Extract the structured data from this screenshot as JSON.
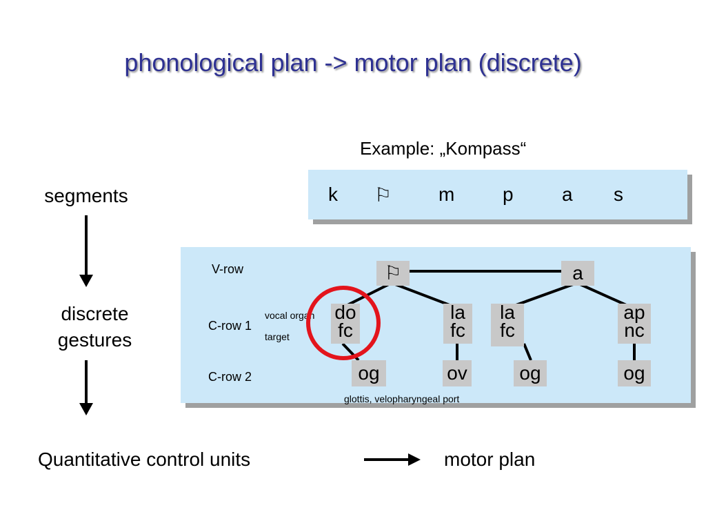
{
  "title": "phonological plan -> motor plan (discrete)",
  "example_label": "Example: „Kompass“",
  "segments": [
    "k",
    "⚐",
    "m",
    "p",
    "a",
    "s"
  ],
  "left_labels": {
    "segments": "segments",
    "gestures_line1": "discrete",
    "gestures_line2": "gestures",
    "quantitative": "Quantitative control units"
  },
  "diagram": {
    "v_row": "V-row",
    "c_row1": "C-row 1",
    "c_row2": "C-row 2",
    "vocal_organ": "vocal organ",
    "target": "target",
    "glottis_note": "glottis, velopharyngeal port",
    "v_nodes": [
      "⚐",
      "a"
    ],
    "c1_nodes": [
      {
        "line1": "do",
        "line2": "fc"
      },
      {
        "line1": "la",
        "line2": "fc"
      },
      {
        "line1": "la",
        "line2": "fc"
      },
      {
        "line1": "ap",
        "line2": "nc"
      }
    ],
    "c2_nodes": [
      "og",
      "ov",
      "og",
      "og"
    ]
  },
  "motor_plan": "motor plan",
  "colors": {
    "title": "#2e3192",
    "panel": "#cce8f9",
    "node": "#c8c8c8",
    "highlight_circle": "#e3141c"
  }
}
